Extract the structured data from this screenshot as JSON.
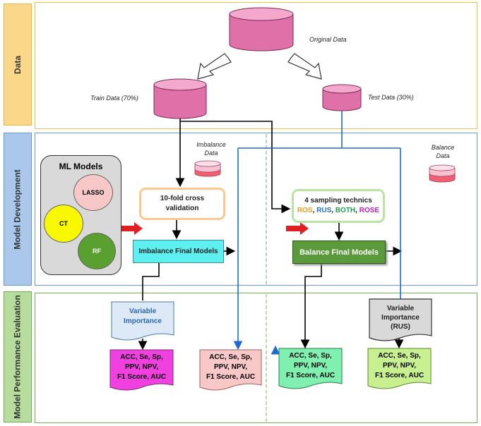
{
  "sections": {
    "data": "Data",
    "development": "Model Development",
    "evaluation": "Model Performance Evaluation"
  },
  "data_panel": {
    "original": "Original Data",
    "train": "Train Data (70%)",
    "test": "Test Data (30%)"
  },
  "development_panel": {
    "imbalance_label": "Imbalance Data",
    "balance_label": "Balance Data",
    "ml_models_title": "ML Models",
    "models": [
      "LASSO",
      "CT",
      "RF"
    ],
    "cv_box": "10-fold cross validation",
    "sampling_title": "4 sampling technics",
    "sampling_methods": [
      {
        "name": "ROS",
        "color": "#e8a020"
      },
      {
        "name": "RUS",
        "color": "#2070c0"
      },
      {
        "name": "BOTH",
        "color": "#20a050"
      },
      {
        "name": "ROSE",
        "color": "#c020c0"
      }
    ],
    "imbalance_final": "Imbalance Final Models",
    "balance_final": "Balance Final Models"
  },
  "evaluation_panel": {
    "vi_left_line1": "Variable",
    "vi_left_line2": "Importance",
    "vi_right_line1": "Variable",
    "vi_right_line2": "Importance",
    "vi_right_line3": "(RUS)",
    "metrics_line1": "ACC, Se, Sp,",
    "metrics_line2": "PPV, NPV,",
    "metrics_line3": "F1 Score, AUC"
  },
  "colors": {
    "data_border": "#f0c040",
    "dev_border": "#6a9ad0",
    "eval_border": "#70b050",
    "cylinder": "#e070a8",
    "cyan_box": "#5ef0f0",
    "green_box": "#5a9a3a",
    "arrow_red": "#e02020",
    "line_blue": "#1e6ad0",
    "doc_magenta": "#f040e0",
    "doc_pink": "#f8c8c8",
    "doc_mint": "#80f0b0",
    "doc_lime": "#c8f090"
  }
}
